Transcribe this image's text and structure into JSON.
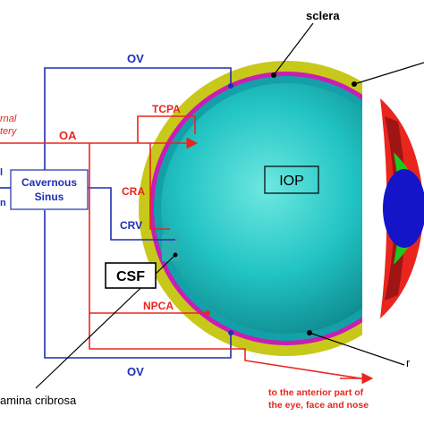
{
  "labels": {
    "sclera": "sclera",
    "ov_top": "OV",
    "ov_bottom": "OV",
    "internal_artery_line1": "rnal",
    "internal_artery_line2": "tery",
    "oa": "OA",
    "tcpa": "TCPA",
    "cra": "CRA",
    "crv": "CRV",
    "npca": "NPCA",
    "cavernous_line1": "Cavernous",
    "cavernous_line2": "Sinus",
    "left_fragment_1": "l",
    "left_fragment_2": "n",
    "csf": "CSF",
    "iop": "IOP",
    "lamina": "amina cribrosa",
    "retina_fragment": "r",
    "anterior_line1": "to the anterior part of",
    "anterior_line2": "the eye, face and nose"
  },
  "colors": {
    "artery": "#e8261e",
    "vein": "#1f2fb0",
    "sclera": "#c8c81a",
    "choroid": "#c81eb4",
    "vitreous": "#1ec8c8",
    "lens": "#1414c8",
    "ciliary": "#a01414",
    "iris_green": "#1ec81e"
  }
}
